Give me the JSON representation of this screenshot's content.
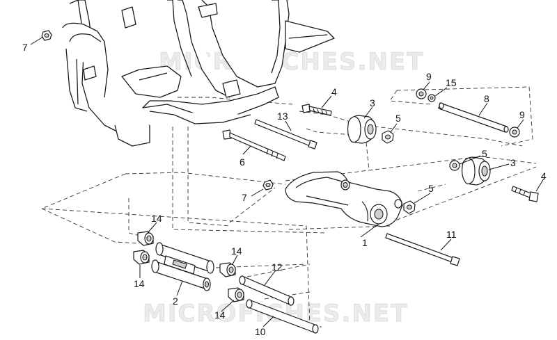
{
  "watermark": "MICROFICHES.NET",
  "callouts": [
    {
      "id": "c7a",
      "text": "7"
    },
    {
      "id": "c4a",
      "text": "4"
    },
    {
      "id": "c13",
      "text": "13"
    },
    {
      "id": "c3a",
      "text": "3"
    },
    {
      "id": "c5a",
      "text": "5"
    },
    {
      "id": "c9a",
      "text": "9"
    },
    {
      "id": "c15",
      "text": "15"
    },
    {
      "id": "c8",
      "text": "8"
    },
    {
      "id": "c9b",
      "text": "9"
    },
    {
      "id": "c6",
      "text": "6"
    },
    {
      "id": "c5b",
      "text": "5"
    },
    {
      "id": "c3b",
      "text": "3"
    },
    {
      "id": "c4b",
      "text": "4"
    },
    {
      "id": "c7b",
      "text": "7"
    },
    {
      "id": "c5c",
      "text": "5"
    },
    {
      "id": "c1",
      "text": "1"
    },
    {
      "id": "c11",
      "text": "11"
    },
    {
      "id": "c14a",
      "text": "14"
    },
    {
      "id": "c14b",
      "text": "14"
    },
    {
      "id": "c14c",
      "text": "14"
    },
    {
      "id": "c12",
      "text": "12"
    },
    {
      "id": "c2",
      "text": "2"
    },
    {
      "id": "c14d",
      "text": "14"
    },
    {
      "id": "c10",
      "text": "10"
    }
  ]
}
